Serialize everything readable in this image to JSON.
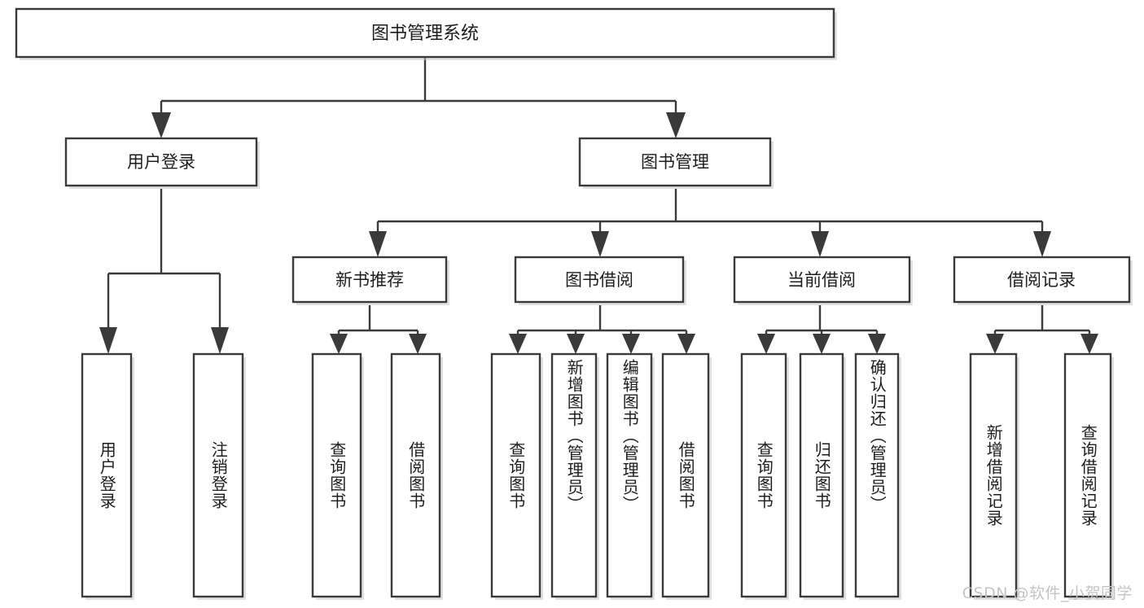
{
  "diagram": {
    "type": "tree-hierarchy",
    "title": "图书管理系统",
    "orientation": "top-down",
    "colors": {
      "box_fill": "#ffffff",
      "box_stroke": "#3a3a3a",
      "text": "#1d1d1d",
      "background": "#ffffff",
      "watermark": "#c4c4c4"
    }
  },
  "root": {
    "label": "图书管理系统"
  },
  "level2": [
    {
      "id": "user-login",
      "label": "用户登录"
    },
    {
      "id": "book-manage",
      "label": "图书管理"
    }
  ],
  "level3": [
    {
      "id": "new-book-recommend",
      "label": "新书推荐",
      "parent": "book-manage"
    },
    {
      "id": "book-borrow",
      "label": "图书借阅",
      "parent": "book-manage"
    },
    {
      "id": "current-borrow",
      "label": "当前借阅",
      "parent": "book-manage"
    },
    {
      "id": "borrow-record",
      "label": "借阅记录",
      "parent": "book-manage"
    }
  ],
  "leaves": {
    "user-login": [
      {
        "id": "leaf-user-login",
        "label": "用户登录"
      },
      {
        "id": "leaf-user-logout",
        "label": "注销登录"
      }
    ],
    "new-book-recommend": [
      {
        "id": "leaf-query-book-1",
        "label": "查询图书"
      },
      {
        "id": "leaf-borrow-book-1",
        "label": "借阅图书"
      }
    ],
    "book-borrow": [
      {
        "id": "leaf-query-book-2",
        "label": "查询图书"
      },
      {
        "id": "leaf-add-book-admin",
        "label": "新增图书（管理员）"
      },
      {
        "id": "leaf-edit-book-admin",
        "label": "编辑图书（管理员）"
      },
      {
        "id": "leaf-borrow-book-2",
        "label": "借阅图书"
      }
    ],
    "current-borrow": [
      {
        "id": "leaf-query-book-3",
        "label": "查询图书"
      },
      {
        "id": "leaf-return-book",
        "label": "归还图书"
      },
      {
        "id": "leaf-confirm-return-admin",
        "label": "确认归还（管理员）"
      }
    ],
    "borrow-record": [
      {
        "id": "leaf-add-borrow-record",
        "label": "新增借阅记录"
      },
      {
        "id": "leaf-query-borrow-record",
        "label": "查询借阅记录"
      }
    ]
  },
  "watermark": {
    "text": "CSDN @软件_小贺同学"
  }
}
